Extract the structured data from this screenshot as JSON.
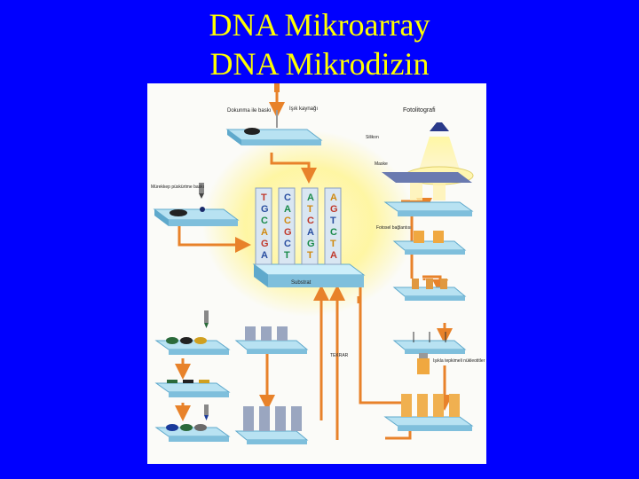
{
  "slide": {
    "title_line1": "DNA Mikroarray",
    "title_line2": "DNA Mikrodizin"
  },
  "figure": {
    "labels": {
      "isik": "Işık kaynağı",
      "dokuma": "Dokunma ile baskı",
      "foto": "Fotolitografi",
      "silikon": "Silikon",
      "maske": "Maske",
      "murekkep": "Mürekkep püskürtme baskı",
      "substrat": "Substrat",
      "fotosel": "Fotosel bağlantısı",
      "tekrar": "TEKRAR",
      "nukleotit": "Işıkla tepkimeli nükleotitler"
    },
    "sequence_columns": [
      [
        "T",
        "G",
        "C",
        "A",
        "G",
        "A"
      ],
      [
        "C",
        "A",
        "C",
        "G",
        "C",
        "T"
      ],
      [
        "A",
        "T",
        "C",
        "A",
        "G",
        "T"
      ],
      [
        "A",
        "G",
        "T",
        "C",
        "T",
        "A"
      ]
    ],
    "colors": {
      "arrow": "#e8822a",
      "slide_top": "#b8e2f2",
      "slide_side": "#5fa9cc",
      "glow": "#fff59a",
      "background": "#0000ff",
      "title": "#ffff00"
    }
  }
}
